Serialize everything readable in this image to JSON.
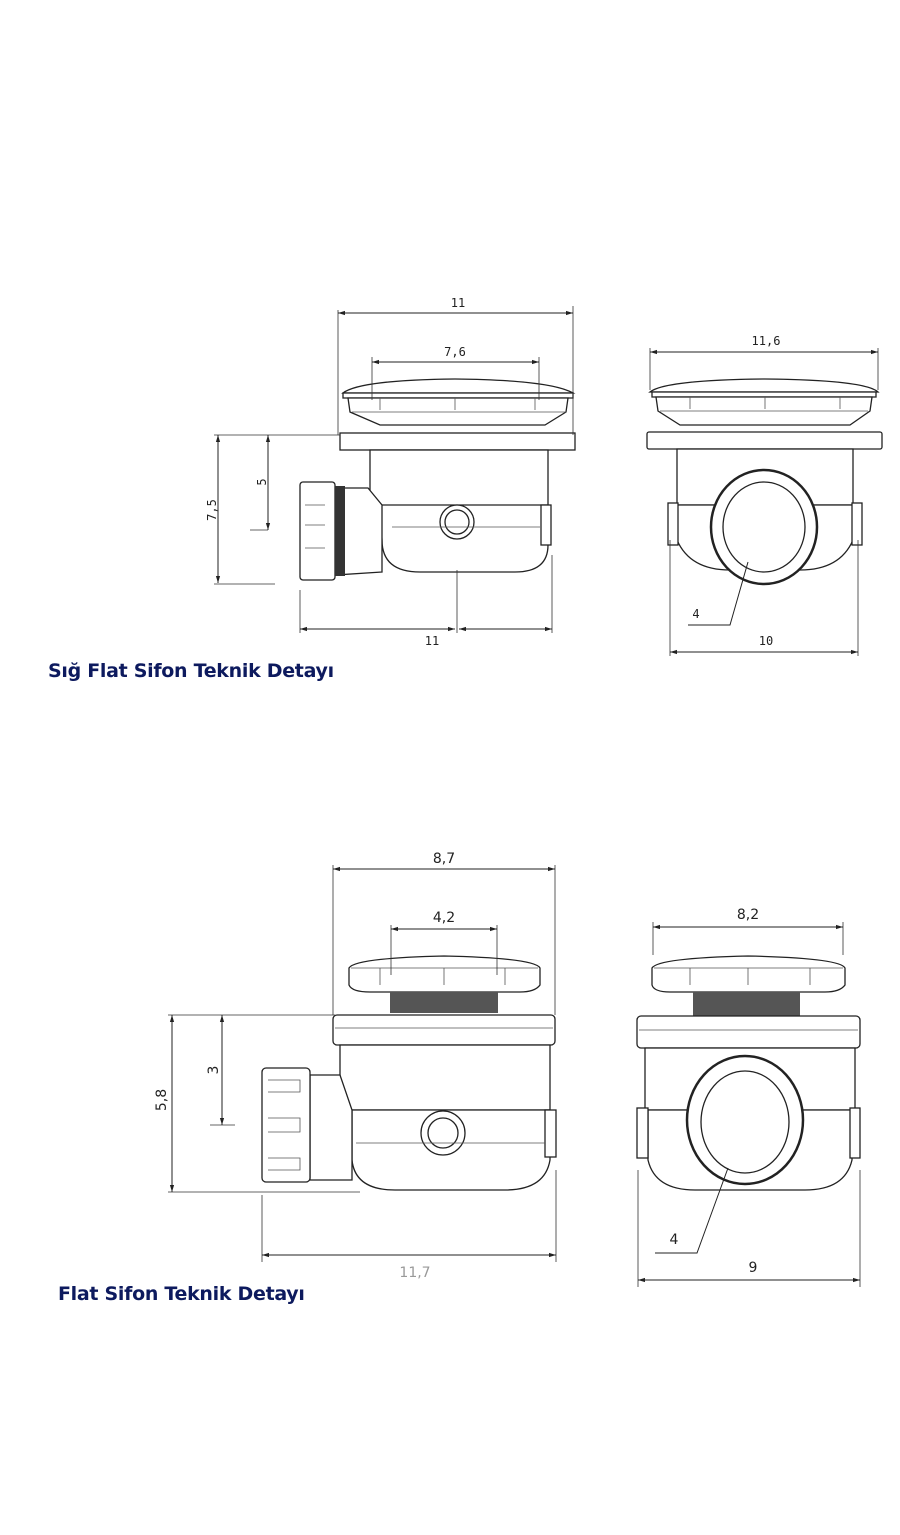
{
  "section1": {
    "title": "Sığ Flat Sifon Teknik Detayı",
    "side_view": {
      "overall_width": "11",
      "cap_inner_width": "7,6",
      "total_height": "7,5",
      "outlet_height": "5",
      "outlet_length": "11"
    },
    "front_view": {
      "flange_width": "11,6",
      "body_width": "10",
      "outlet_diameter": "4"
    }
  },
  "section2": {
    "title": "Flat Sifon Teknik Detayı",
    "side_view": {
      "overall_width": "8,7",
      "cap_inner_width": "4,2",
      "total_height": "5,8",
      "outlet_height": "3",
      "outlet_length": "11,7"
    },
    "front_view": {
      "cap_width": "8,2",
      "body_width": "9",
      "outlet_diameter": "4"
    }
  },
  "colors": {
    "title": "#0d1a5e",
    "line": "#222222"
  }
}
